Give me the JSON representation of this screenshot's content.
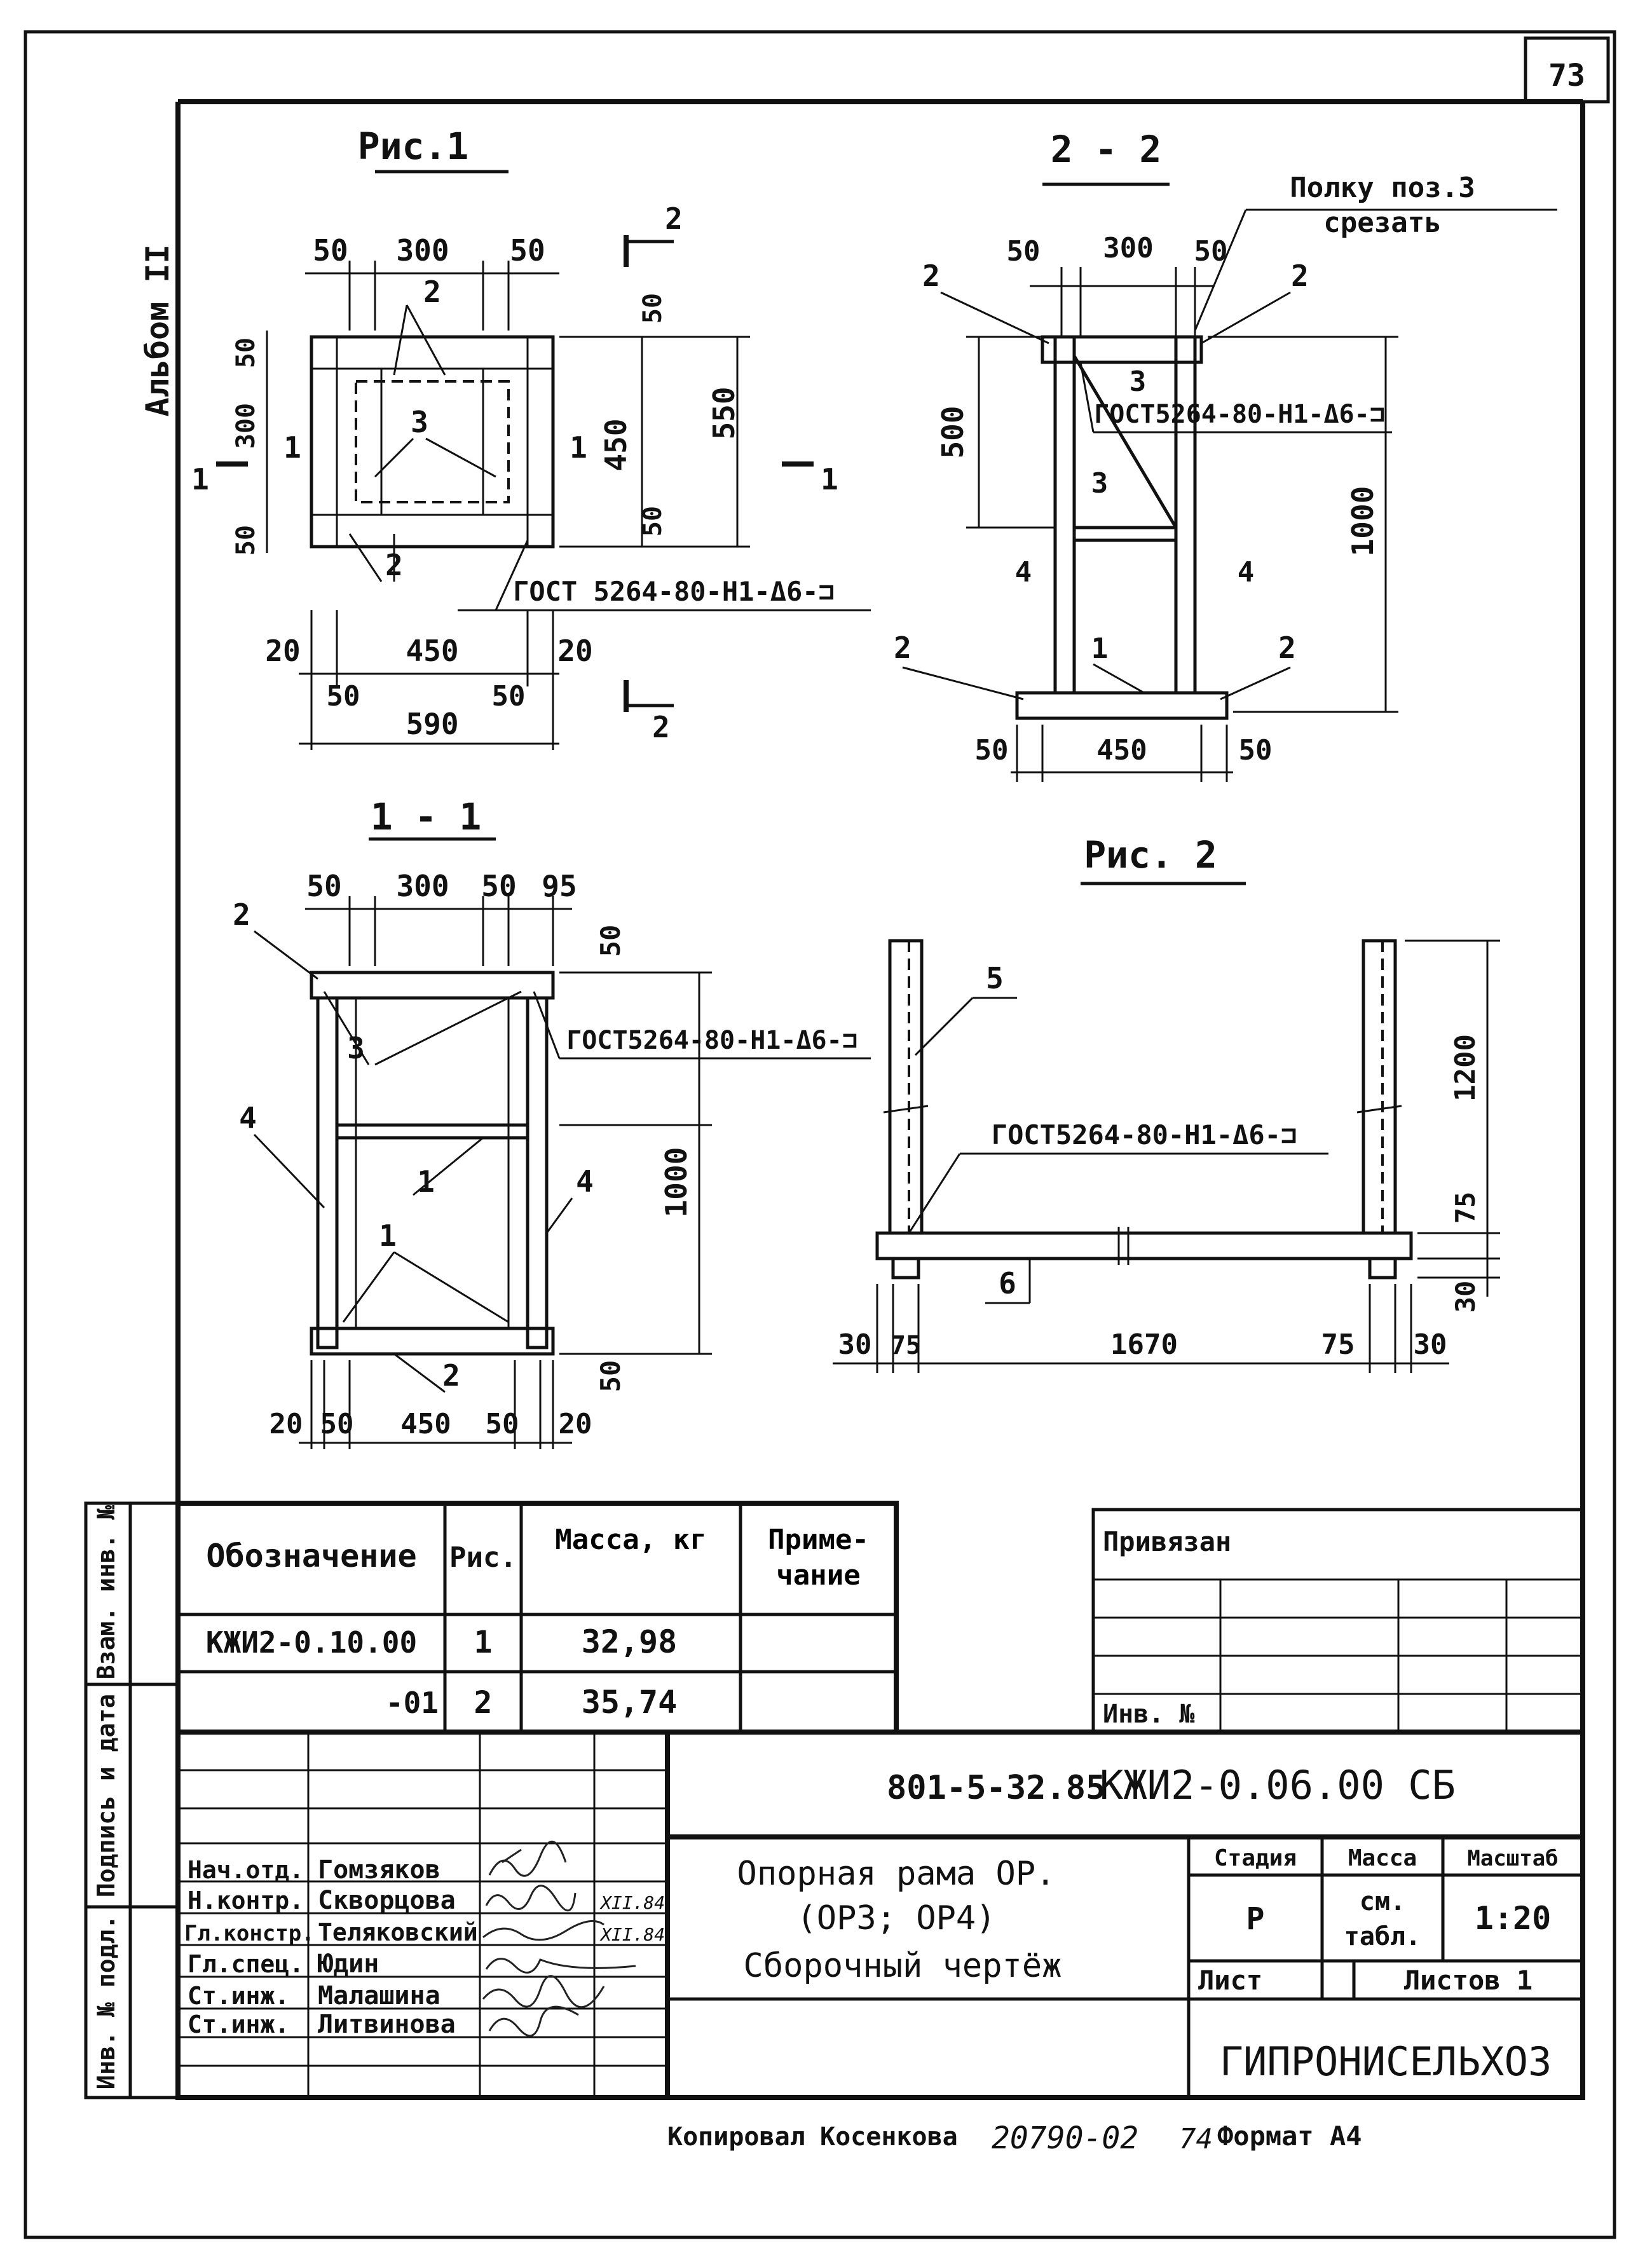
{
  "sheet": {
    "page_number": "73",
    "album_label": "Альбом II"
  },
  "views": {
    "fig1": {
      "title": "Рис.1",
      "dims_top": [
        "50",
        "300",
        "50"
      ],
      "dims_bottom": [
        "20",
        "450",
        "20",
        "50",
        "50",
        "590"
      ],
      "dims_left": [
        "50",
        "300",
        "50"
      ],
      "dims_right": [
        "50",
        "450",
        "50",
        "550"
      ],
      "pos_labels": [
        "2",
        "3",
        "1",
        "1",
        "2"
      ],
      "section_marks": [
        "2",
        "1",
        "1",
        "2"
      ],
      "weld_note": "ГОСТ 5264-80-Н1-Δ6-⊐"
    },
    "sec22": {
      "title": "2 - 2",
      "note_line1": "Полку поз.3",
      "note_line2": "срезать",
      "dims_top": [
        "50",
        "300",
        "50"
      ],
      "dims_left": [
        "500"
      ],
      "dims_right": [
        "1000"
      ],
      "dims_bottom": [
        "50",
        "450",
        "50"
      ],
      "pos_labels": [
        "2",
        "2",
        "3",
        "3",
        "4",
        "4",
        "1",
        "2",
        "2"
      ],
      "weld_note": "ГОСТ5264-80-Н1-Δ6-⊐"
    },
    "sec11": {
      "title": "1 - 1",
      "dims_top": [
        "50",
        "300",
        "50",
        "95"
      ],
      "dims_right": [
        "50",
        "1000",
        "50"
      ],
      "dims_bottom": [
        "20",
        "50",
        "450",
        "50",
        "20"
      ],
      "pos_labels": [
        "2",
        "3",
        "4",
        "1",
        "4",
        "1",
        "2"
      ],
      "weld_note": "ГОСТ5264-80-Н1-Δ6-⊐"
    },
    "fig2": {
      "title": "Рис. 2",
      "dims_right": [
        "1200",
        "75",
        "30"
      ],
      "dims_bottom": [
        "30",
        "75",
        "1670",
        "75",
        "30"
      ],
      "pos_labels": [
        "5",
        "6"
      ],
      "weld_note": "ГОСТ5264-80-Н1-Δ6-⊐"
    }
  },
  "spec_table": {
    "headers": [
      "Обозначение",
      "Рис.",
      "Масса, кг",
      "Приме-чание"
    ],
    "rows": [
      [
        "КЖИ2-0.10.00",
        "1",
        "32,98",
        ""
      ],
      [
        "-01",
        "2",
        "35,74",
        ""
      ]
    ]
  },
  "binding": {
    "title": "Привязан",
    "inv_label": "Инв. №"
  },
  "side_stamps": [
    "Инв. № подл.",
    "Подпись и дата",
    "Взам. инв. №"
  ],
  "title_block": {
    "code_prefix": "801-5-32.85",
    "code_suffix": "КЖИ2-0.06.00 СБ",
    "name_line1": "Опорная рама ОР.",
    "name_line2": "(ОР3; ОР4)",
    "name_line3": "Сборочный чертёж",
    "stage_label": "Стадия",
    "mass_label": "Масса",
    "scale_label": "Масштаб",
    "stage": "Р",
    "mass_value_line1": "см.",
    "mass_value_line2": "табл.",
    "scale": "1:20",
    "sheet_label": "Лист",
    "sheets_label": "Листов 1",
    "org": "ГИПРОНИСЕЛЬХОЗ",
    "staff": [
      {
        "role": "Нач.отд.",
        "name": "Гомзяков",
        "date": ""
      },
      {
        "role": "Н.контр.",
        "name": "Скворцова",
        "date": "XII.84"
      },
      {
        "role": "Гл.констр.",
        "name": "Теляковский",
        "date": "XII.84"
      },
      {
        "role": "Гл.спец.",
        "name": "Юдин",
        "date": ""
      },
      {
        "role": "Ст.инж.",
        "name": "Малашина",
        "date": ""
      },
      {
        "role": "Ст.инж.",
        "name": "Литвинова",
        "date": ""
      }
    ]
  },
  "footer": {
    "copied_label": "Копировал",
    "copied_name": "Косенкова",
    "number": "20790-02",
    "number_suffix": "74",
    "format": "Формат А4"
  }
}
